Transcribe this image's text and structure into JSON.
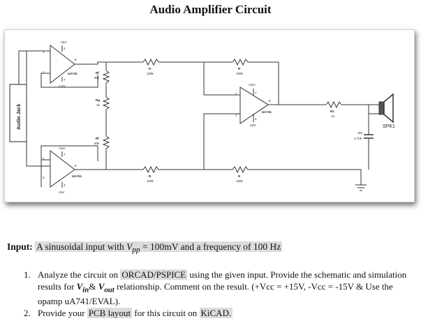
{
  "title": "Audio Amplifier Circuit",
  "schematic": {
    "jack_label": "Audio Jack",
    "speaker_label": "SPK1",
    "opamps": [
      {
        "model": "UA741",
        "vplus": "+15V",
        "vminus": "-15V",
        "pin_plus": "3",
        "pin_minus": "2",
        "pin_out": "6",
        "pin_v7": "7",
        "pin_v4": "4"
      },
      {
        "model": "UA741",
        "vplus": "+15V",
        "vminus": "-15V",
        "pin_plus": "3",
        "pin_minus": "2",
        "pin_out": "6",
        "pin_v7": "7",
        "pin_v4": "4"
      },
      {
        "model": "UA741",
        "vplus": "+15V",
        "vminus": "-15V",
        "pin_plus": "3",
        "pin_minus": "2",
        "pin_out": "6",
        "pin_v7": "7",
        "pin_v4": "4"
      }
    ],
    "resistors": {
      "rf_top": {
        "name": "Rf",
        "value": "50k"
      },
      "rg": {
        "name": "Rg",
        "value": "1k"
      },
      "rf_bottom": {
        "name": "Rf",
        "value": "50k"
      },
      "r_top_1": {
        "name": "R",
        "value": "100k"
      },
      "r_top_2": {
        "name": "R",
        "value": "100k"
      },
      "r_bot_1": {
        "name": "R",
        "value": "100k"
      },
      "r_bot_2": {
        "name": "R",
        "value": "100k"
      },
      "r1": {
        "name": "R1",
        "value": "10"
      }
    },
    "capacitor": {
      "name": "C1",
      "value": "4.7uF"
    }
  },
  "input": {
    "label": "Input:",
    "text_1": "A sinusoidal input with ",
    "var_v": "V",
    "var_sub": "pp",
    "text_2": " = 100mV and a frequency of 100 Hz"
  },
  "tasks": [
    {
      "num": "1.",
      "t1": "Analyze the circuit on ",
      "tool": "ORCAD/PSPICE",
      "t2": " using the given input. Provide the schematic and simulation results for ",
      "vin": "V",
      "vin_sub": "in",
      "amp": "& ",
      "vout": "V",
      "vout_sub": "out",
      "t3": " relationship. Comment on the result. (+Vcc = +15V, -Vcc = -15V & Use the opamp uA741/EVAL)."
    },
    {
      "num": "2.",
      "t1": "Provide your ",
      "hl": "PCB layout",
      "t2": " for this circuit on ",
      "tool": "KiCAD."
    }
  ]
}
